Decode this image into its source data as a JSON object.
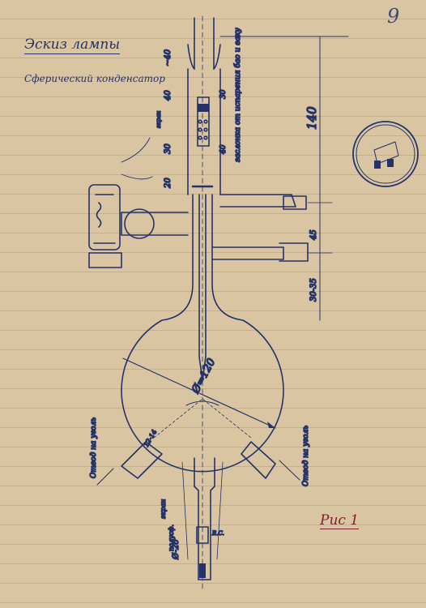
{
  "page_number": "9",
  "title": "Эскиз лампы",
  "subtitle": "Сферический конденсатор",
  "figure_label": "Рис 1",
  "dimensions": {
    "d40": "~40",
    "d40b": "40",
    "d30": "30",
    "d20": "20",
    "d140": "140",
    "d45": "45",
    "d3035": "30-35",
    "d30b": "30",
    "d40c": "40",
    "diam": "Ø=120",
    "diam_bottom": "Ø-26",
    "d1214": "12-14"
  },
  "notes": {
    "screen": "экран",
    "shutter": "заслонка от испарения бао и ваку",
    "side_left": "Отвод на уголь",
    "side_right": "Отвод на уголь",
    "bottom_left": "экран",
    "bottom_left2": "полусф.",
    "rc": "R.C."
  },
  "colors": {
    "ink": "#24326a",
    "paper": "#d9c5a2",
    "red_ink": "#7a2030"
  }
}
